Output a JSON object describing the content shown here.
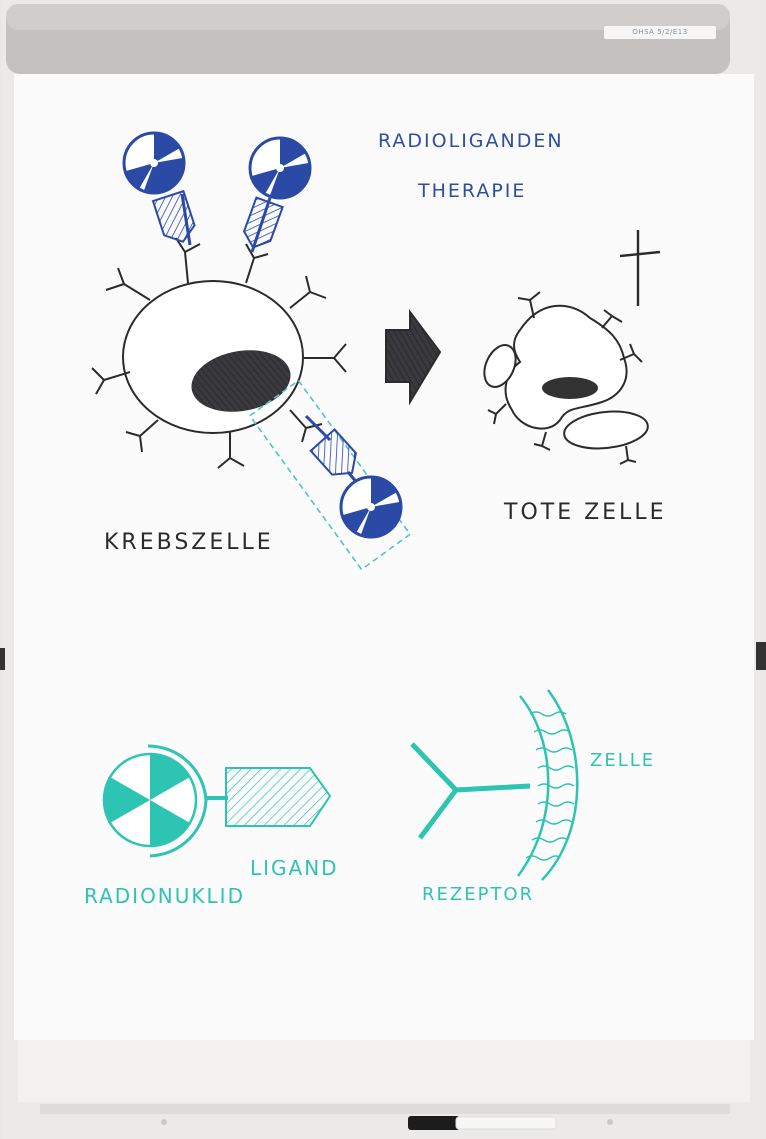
{
  "clamp_label": "OHSA 5/2/E13",
  "title": {
    "line1": "RADIOLIGANDEN",
    "line2": "THERAPIE"
  },
  "labels": {
    "cancer_cell": "KREBSZELLE",
    "dead_cell": "TOTE ZELLE",
    "radionuclide": "RADIONUKLID",
    "ligand": "LIGAND",
    "receptor": "REZEPTOR",
    "cell": "ZELLE"
  },
  "colors": {
    "title_blue": "#2e4f9e",
    "marker_blue": "#2a4aa6",
    "marker_black": "#2b2b2b",
    "marker_teal": "#2ec4b2",
    "paper": "#fbfbfb",
    "board_frame": "#e9e8e6"
  }
}
